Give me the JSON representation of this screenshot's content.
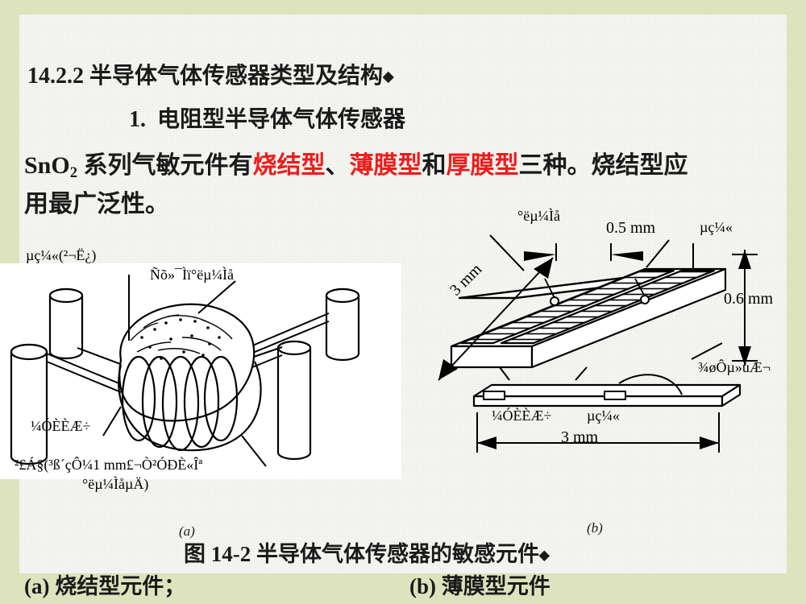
{
  "slide": {
    "background_color": "#dde4bd",
    "paper_color": "#f7f7f3",
    "accent_red": "#ee1c1c"
  },
  "heading": {
    "number": "14.2.2",
    "text": "半导体气体传感器类型及结构",
    "marker": "◆",
    "full": "14.2.2 半导体气体传感器类型及结构◆"
  },
  "subheading": {
    "number": "1.",
    "text": "电阻型半导体气体传感器"
  },
  "body": {
    "line1_a": "SnO",
    "line1_sub": "2",
    "line1_b": " 系列气敏元件有",
    "line1_red1": "烧结型",
    "line1_c": "、",
    "line1_red2": "薄膜型",
    "line1_d": "和",
    "line1_red3": "厚膜型",
    "line1_e": "三种。烧结型应",
    "line2": "用最广泛性。"
  },
  "figure_a": {
    "label_electrode": "µç¼«(²¬Ë¿)",
    "label_oxide": "Ñõ»¯Ìï°ëµ¼Ìå",
    "label_heater": "¼ÓÈÈÆ÷",
    "caption_line1": "²£Á§(³ß´çÔ¼1 mm£¬Ò²ÓÐÈ«Îª",
    "caption_line2": "°ëµ¼ÌåµÄ)"
  },
  "figure_b": {
    "label_semiconductor": "°ëµ¼Ìå",
    "label_thickness_top": "0.5 mm",
    "label_electrode_top": "µç¼«",
    "label_depth": "3 mm",
    "label_height": "0.6 mm",
    "label_substrate": "¾øÔµ»ùÆ¬",
    "label_heater": "¼ÓÈÈÆ÷",
    "label_electrode_bottom": "µç¼«",
    "label_width": "3 mm"
  },
  "caption": {
    "sub_a": "(a)",
    "sub_b": "(b)",
    "title": "图 14-2  半导体气体传感器的敏感元件",
    "title_marker": "◆",
    "item_a": "(a)  烧结型元件；",
    "item_b": "(b)  薄膜型元件"
  }
}
